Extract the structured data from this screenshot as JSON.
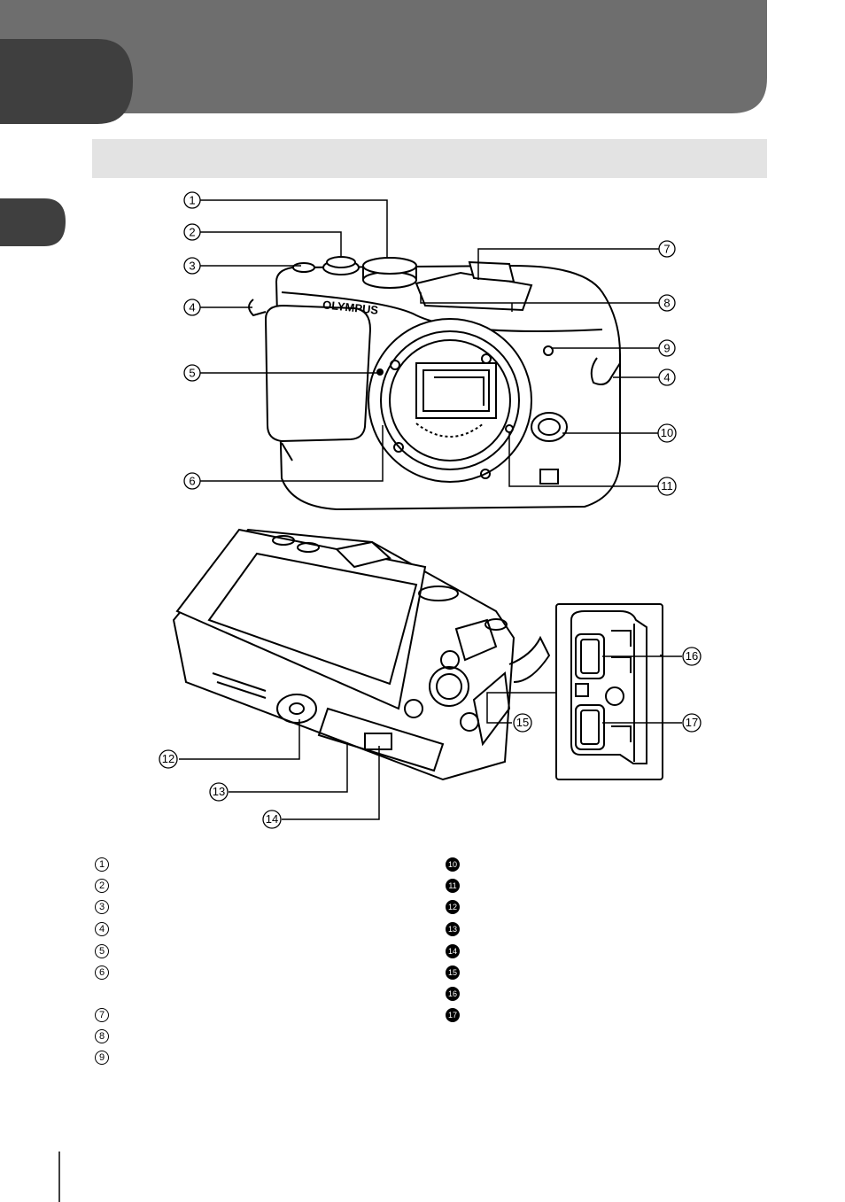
{
  "callouts_front": [
    "1",
    "2",
    "3",
    "4",
    "5",
    "6",
    "7",
    "8",
    "9",
    "4",
    "10",
    "11"
  ],
  "callouts_back": [
    "12",
    "13",
    "14",
    "15",
    "16",
    "17"
  ],
  "brand_text": "OLYMPUS",
  "legend": {
    "left": [
      "1",
      "2",
      "3",
      "4",
      "5",
      "6",
      "7",
      "8",
      "9"
    ],
    "right": [
      "10",
      "11",
      "12",
      "13",
      "14",
      "15",
      "16",
      "17"
    ]
  },
  "colors": {
    "header_dark": "#3f3f3f",
    "header_mid": "#6e6e6e",
    "section_bar": "#e3e3e3"
  }
}
